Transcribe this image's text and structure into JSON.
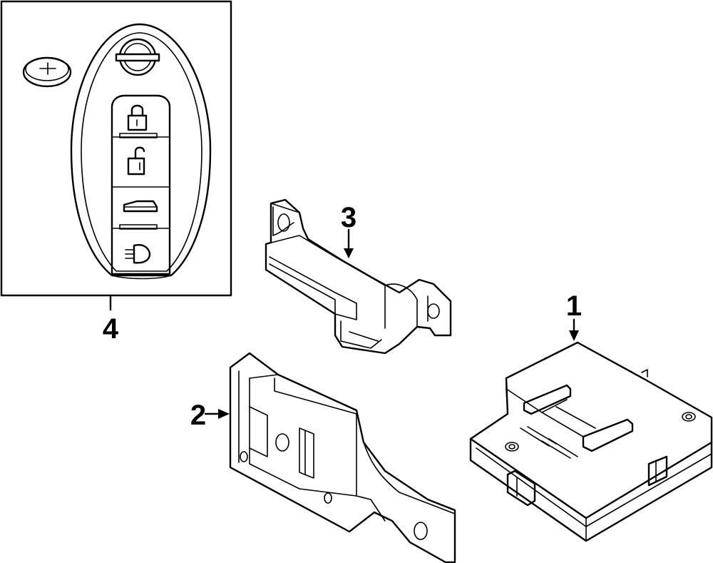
{
  "callouts": {
    "part_1": "1",
    "part_2": "2",
    "part_3": "3",
    "part_4": "4"
  },
  "icons": {
    "battery": "coin-battery-icon",
    "logo": "brand-logo-icon",
    "lock": "lock-icon",
    "unlock": "unlock-icon",
    "trunk": "trunk-icon",
    "panic": "panic-headlight-icon"
  }
}
